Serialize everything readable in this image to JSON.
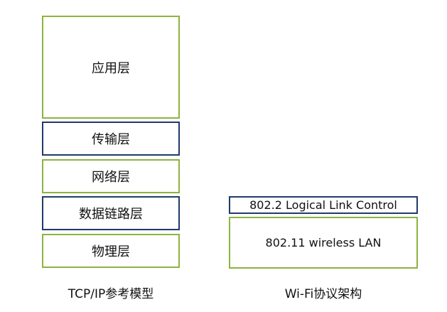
{
  "tcpip_model": {
    "caption": "TCP/IP参考模型",
    "layers": [
      {
        "label": "应用层"
      },
      {
        "label": "传输层"
      },
      {
        "label": "网络层"
      },
      {
        "label": "数据链路层"
      },
      {
        "label": "物理层"
      }
    ]
  },
  "wifi_arch": {
    "caption": "Wi-Fi协议架构",
    "layers": [
      {
        "label": "802.2 Logical Link Control"
      },
      {
        "label": "802.11 wireless LAN"
      }
    ]
  },
  "colors": {
    "green_border": "#8db33f",
    "navy_border": "#1f3a6b",
    "text": "#111111",
    "background": "#ffffff"
  }
}
